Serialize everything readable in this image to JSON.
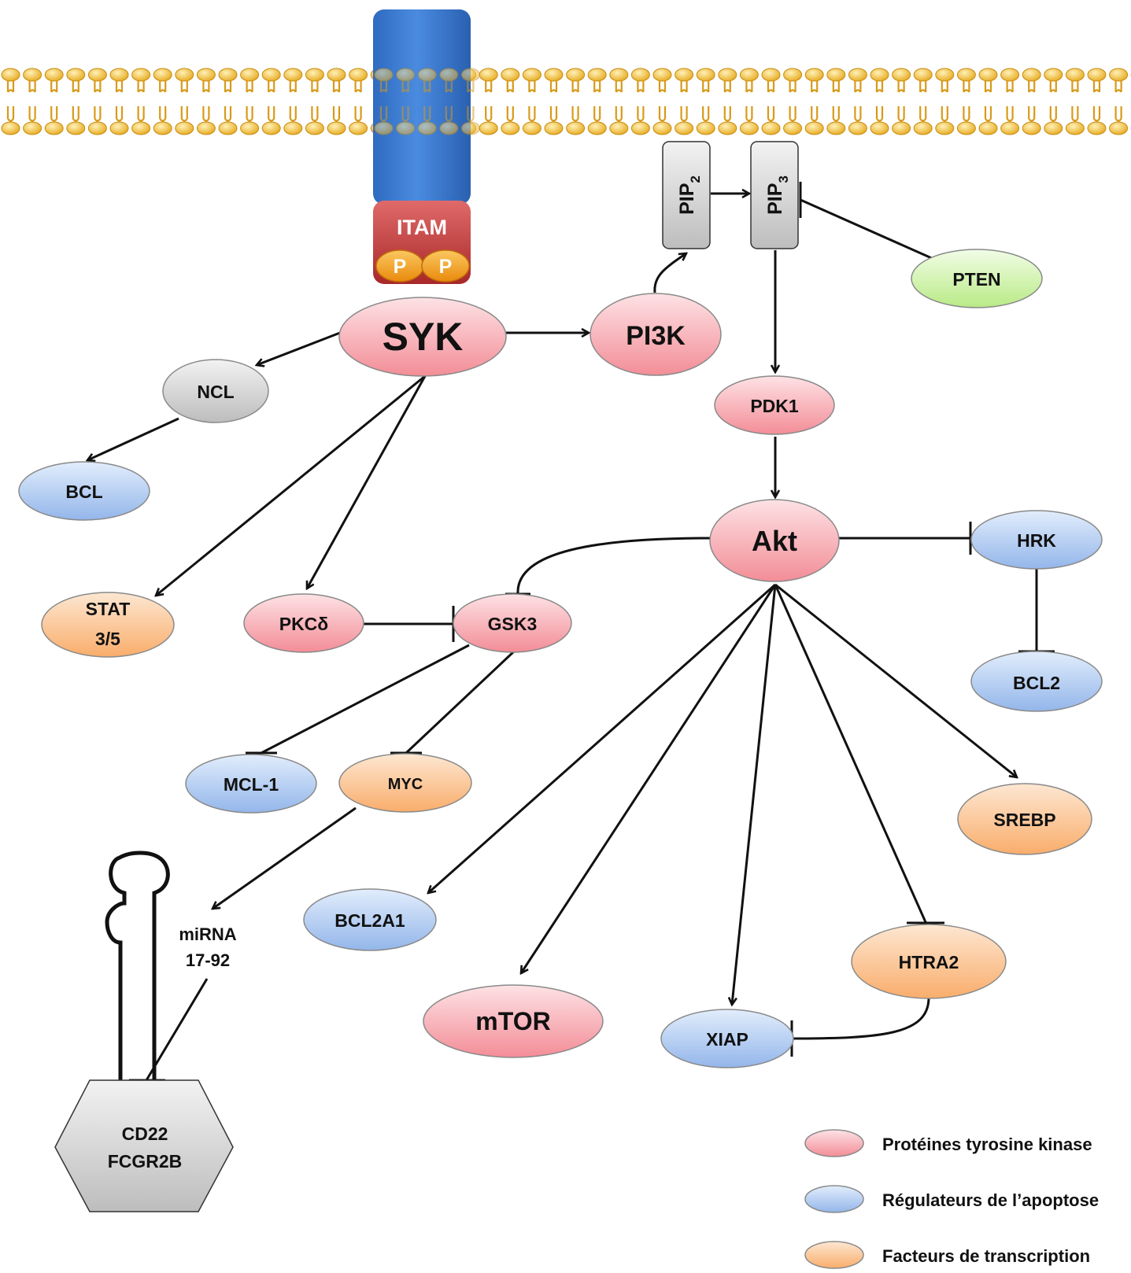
{
  "receptor": {
    "itam_label": "ITAM",
    "phospho_labels": [
      "P",
      "P"
    ]
  },
  "membrane_lipids": {
    "pip2": {
      "base": "PIP",
      "sub": "2"
    },
    "pip3": {
      "base": "PIP",
      "sub": "3"
    }
  },
  "nodes": {
    "syk": "SYK",
    "pi3k": "PI3K",
    "pten": "PTEN",
    "pdk1": "PDK1",
    "akt": "Akt",
    "ncl": "NCL",
    "bcl": "BCL",
    "stat_line1": "STAT",
    "stat_line2": "3/5",
    "pkcd": "PKCδ",
    "gsk3": "GSK3",
    "hrk": "HRK",
    "bcl2": "BCL2",
    "mcl1": "MCL-1",
    "myc": "MYC",
    "srebp": "SREBP",
    "bcl2a1": "BCL2A1",
    "htra2": "HTRA2",
    "mtor": "mTOR",
    "xiap": "XIAP",
    "mirna_line1": "miRNA",
    "mirna_line2": "17-92",
    "cd22_line1": "CD22",
    "cd22_line2": "FCGR2B"
  },
  "legend": {
    "items": [
      {
        "label": "Protéines tyrosine kinase",
        "color": "#f7a6ad"
      },
      {
        "label": "Régulateurs de l’apoptose",
        "color": "#a9c6f0"
      },
      {
        "label": "Facteurs de transcription",
        "color": "#fbbf8c"
      }
    ]
  },
  "colors": {
    "kinase": "#f7a6ad",
    "apoptosis": "#a9c6f0",
    "transcription": "#fbbf8c",
    "pten": "#c8f0a0",
    "neutral": "#d6d6d6",
    "receptor": "#3f7fd4",
    "itam": "#c63b3b",
    "phospho": "#f29a1a",
    "lipid": "#f2c13a"
  }
}
